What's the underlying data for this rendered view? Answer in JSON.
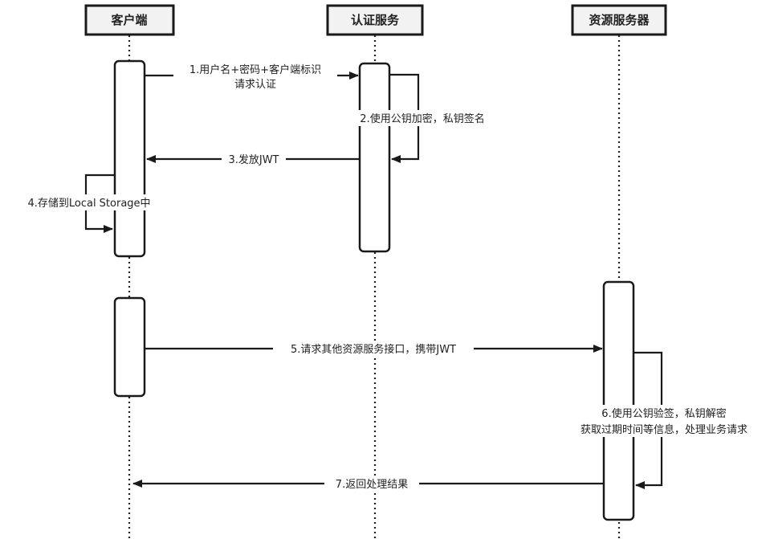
{
  "diagram": {
    "type": "sequence",
    "title": "JWT authentication flow",
    "actors": [
      {
        "id": "client",
        "label": "客户端"
      },
      {
        "id": "auth",
        "label": "认证服务"
      },
      {
        "id": "resource",
        "label": "资源服务器"
      }
    ],
    "messages": [
      {
        "step": 1,
        "from": "client",
        "to": "auth",
        "kind": "call",
        "lines": [
          "1.用户名+密码+客户端标识",
          "请求认证"
        ]
      },
      {
        "step": 2,
        "from": "auth",
        "to": "auth",
        "kind": "self",
        "lines": [
          "2.使用公钥加密，私钥签名"
        ]
      },
      {
        "step": 3,
        "from": "auth",
        "to": "client",
        "kind": "return",
        "lines": [
          "3.发放JWT"
        ]
      },
      {
        "step": 4,
        "from": "client",
        "to": "client",
        "kind": "self",
        "lines": [
          "4.存储到Local Storage中"
        ]
      },
      {
        "step": 5,
        "from": "client",
        "to": "resource",
        "kind": "call",
        "lines": [
          "5.请求其他资源服务接口，携带JWT"
        ]
      },
      {
        "step": 6,
        "from": "resource",
        "to": "resource",
        "kind": "self",
        "lines": [
          "6.使用公钥验签，私钥解密",
          "获取过期时间等信息，处理业务请求"
        ]
      },
      {
        "step": 7,
        "from": "resource",
        "to": "client",
        "kind": "return",
        "lines": [
          "7.返回处理结果"
        ]
      }
    ],
    "colors": {
      "line": "#1a1a1a",
      "actor_fill": "#f2f2f2",
      "background": "#ffffff"
    }
  }
}
